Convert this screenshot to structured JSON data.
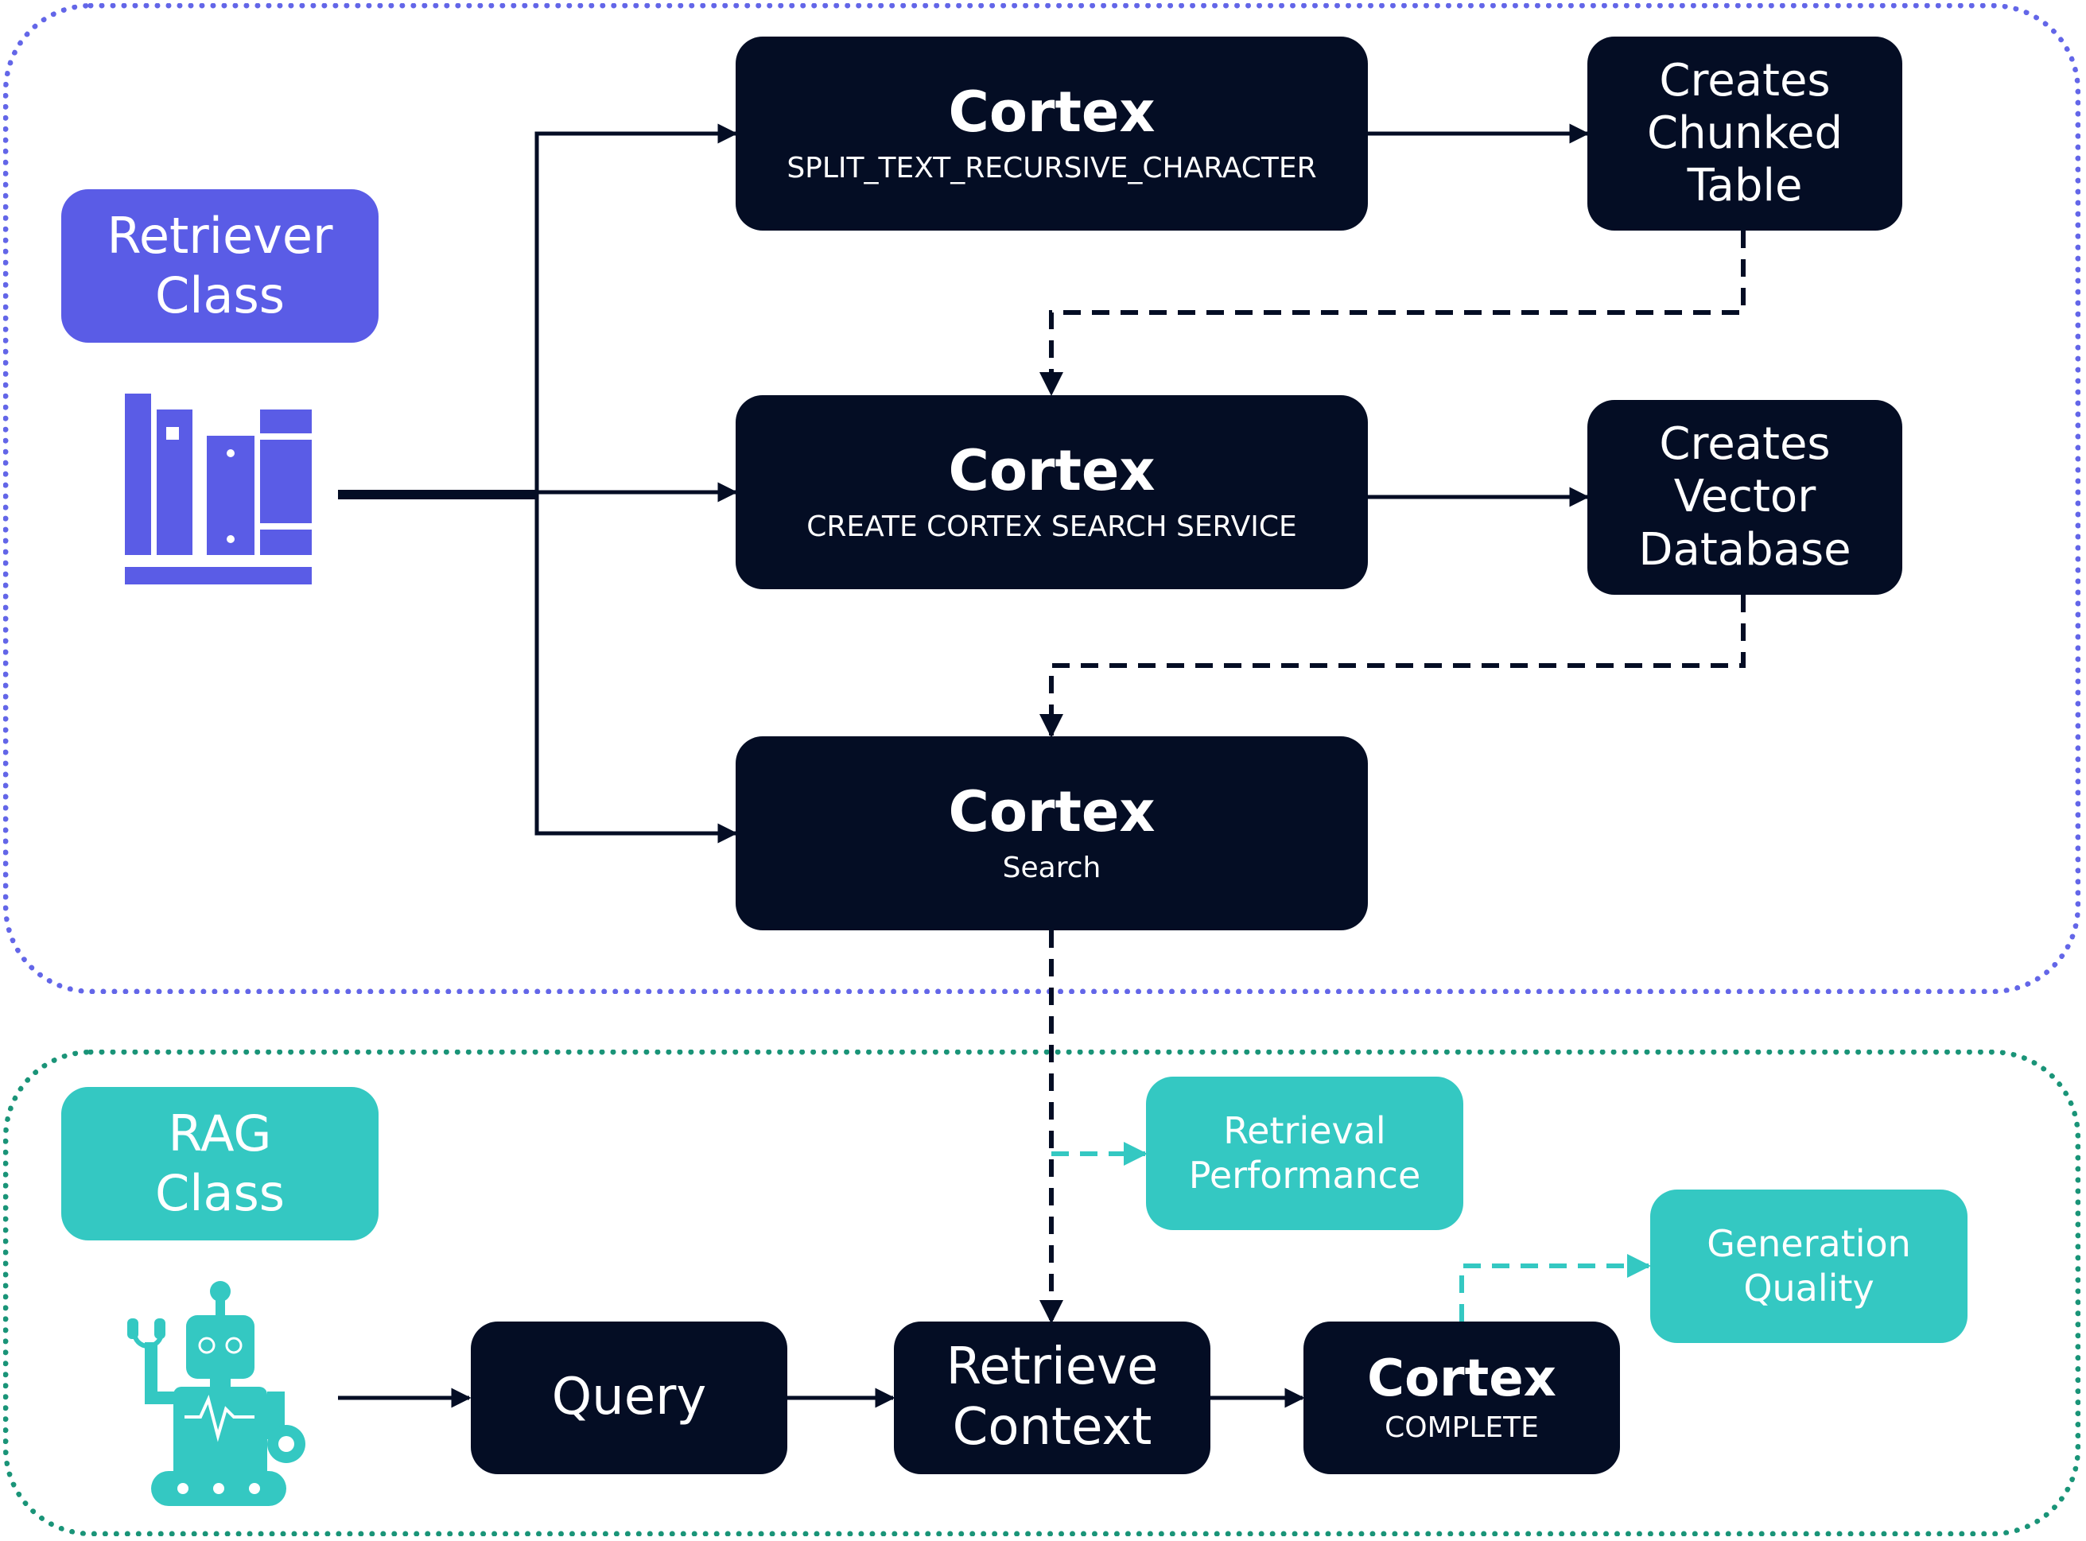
{
  "colors": {
    "node_bg": "#040d24",
    "retriever_accent": "#5a5ce6",
    "rag_accent": "#34c8c2",
    "retriever_border": "#6366e8",
    "rag_border": "#1a9478",
    "connector": "#040d24",
    "metric_connector": "#34c8c2"
  },
  "retriever": {
    "label": "Retriever\nClass",
    "icon": "books-icon",
    "split_node": {
      "title": "Cortex",
      "subtitle": "SPLIT_TEXT_RECURSIVE_CHARACTER"
    },
    "chunked_node": {
      "text": "Creates\nChunked\nTable"
    },
    "search_service_node": {
      "title": "Cortex",
      "subtitle": "CREATE CORTEX SEARCH SERVICE"
    },
    "vector_node": {
      "text": "Creates\nVector\nDatabase"
    },
    "search_node": {
      "title": "Cortex",
      "subtitle": "Search"
    }
  },
  "rag": {
    "label": "RAG\nClass",
    "icon": "robot-icon",
    "query_node": {
      "text": "Query"
    },
    "retrieve_node": {
      "text": "Retrieve\nContext"
    },
    "complete_node": {
      "title": "Cortex",
      "subtitle": "COMPLETE"
    },
    "retrieval_metric": "Retrieval\nPerformance",
    "generation_metric": "Generation\nQuality"
  }
}
